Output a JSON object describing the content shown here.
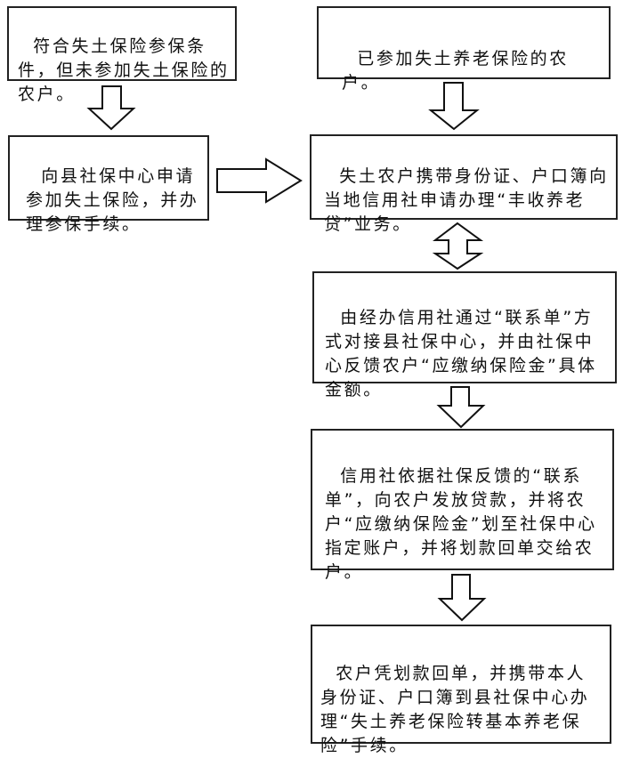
{
  "flowchart": {
    "left_column": {
      "step1": "符合失土保险参保条件，但未参加失土保险的农户。",
      "step2": "向县社保中心申请参加失土保险，并办理参保手续。"
    },
    "right_column": {
      "step1": "已参加失土养老保险的农户。",
      "step2": "失土农户携带身份证、户口簿向当地信用社申请办理“丰收养老贷”业务。",
      "step3": "由经办信用社通过“联系单”方式对接县社保中心，并由社保中心反馈农户“应缴纳保险金”具体金额。",
      "step4": "信用社依据社保反馈的“联系单”，向农户发放贷款，并将农户“应缴纳保险金”划至社保中心指定账户，并将划款回单交给农户。",
      "step5": "农户凭划款回单，并携带本人身份证、户口簿到县社保中心办理“失土养老保险转基本养老保险”手续。"
    },
    "arrows": [
      {
        "from": "left.step1",
        "to": "left.step2",
        "direction": "down"
      },
      {
        "from": "left.step2",
        "to": "right.step2",
        "direction": "right"
      },
      {
        "from": "right.step1",
        "to": "right.step2",
        "direction": "down"
      },
      {
        "from": "right.step2",
        "to": "right.step3",
        "direction": "bidirectional"
      },
      {
        "from": "right.step3",
        "to": "right.step4",
        "direction": "down"
      },
      {
        "from": "right.step4",
        "to": "right.step5",
        "direction": "down"
      }
    ],
    "colors": {
      "border": "#222222",
      "background": "#ffffff",
      "text": "#111111"
    }
  }
}
